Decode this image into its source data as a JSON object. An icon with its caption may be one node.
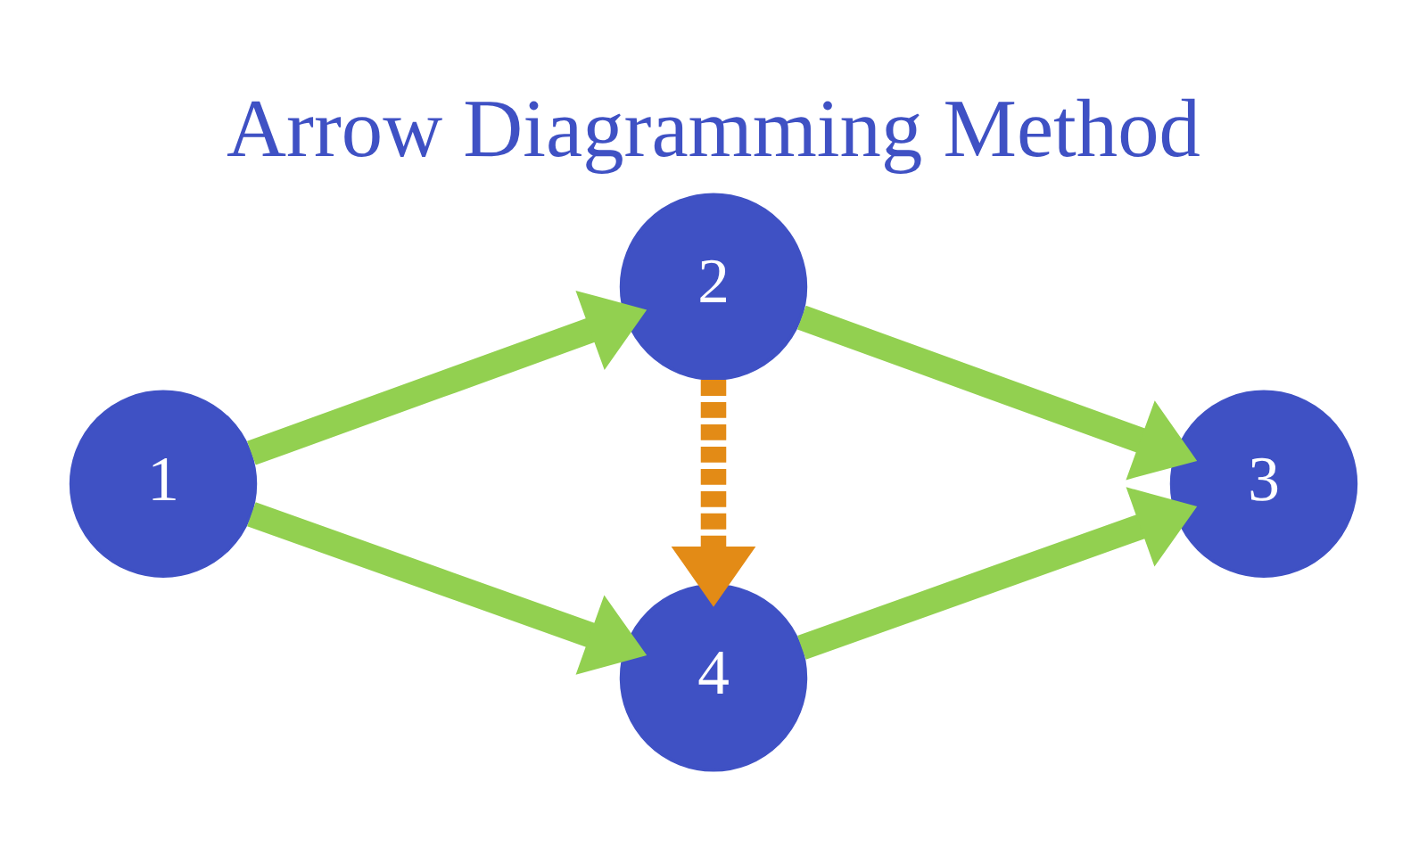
{
  "diagram": {
    "title": "Arrow Diagramming Method",
    "nodes": [
      {
        "text": [
          "1"
        ]
      },
      {
        "text": [
          "2"
        ]
      },
      {
        "text": [
          "3"
        ]
      },
      {
        "text": [
          "4"
        ]
      }
    ],
    "edges": [
      {
        "from": 0,
        "to": 1,
        "arrow": "to"
      },
      {
        "from": 0,
        "to": 3,
        "arrow": "to"
      },
      {
        "from": 1,
        "to": 2,
        "arrow": "to"
      },
      {
        "from": 1,
        "to": 3,
        "arrow": "to",
        "style": "dashed",
        "color": "#e38b16"
      },
      {
        "from": 3,
        "to": 2,
        "arrow": "to"
      }
    ]
  }
}
